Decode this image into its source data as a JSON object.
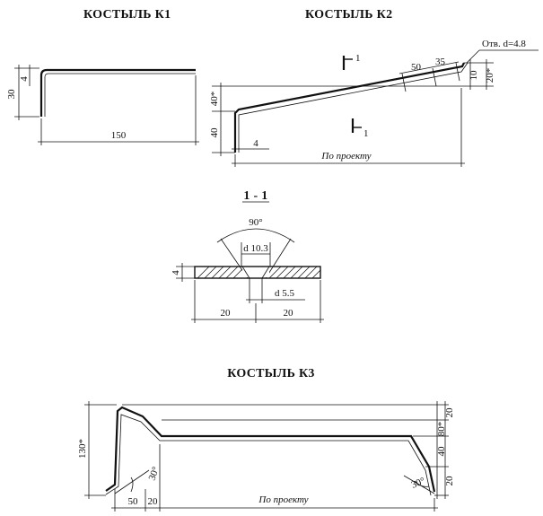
{
  "k1": {
    "title": "КОСТЫЛЬ К1",
    "dim_height": "30",
    "dim_thickness": "4",
    "dim_length": "150"
  },
  "k2": {
    "title": "КОСТЫЛЬ К2",
    "hole_label": "Отв. d=4.8",
    "section_mark": "1",
    "dim_50": "50",
    "dim_35": "35",
    "dim_10": "10",
    "dim_20": "20*",
    "dim_40_top": "40*",
    "dim_40": "40",
    "dim_4": "4",
    "dim_length": "По проекту"
  },
  "section": {
    "title": "1 - 1",
    "angle": "90°",
    "d_top": "d 10.3",
    "d_bottom": "d 5.5",
    "thickness": "4",
    "left": "20",
    "right": "20"
  },
  "k3": {
    "title": "КОСТЫЛЬ К3",
    "dim_130": "130*",
    "dim_20_top": "20",
    "dim_80": "80*",
    "dim_40": "40",
    "dim_20_bottom": "20",
    "angle_left": "30°",
    "angle_right": "30°",
    "dim_50": "50",
    "dim_20": "20",
    "dim_length": "По проекту"
  }
}
